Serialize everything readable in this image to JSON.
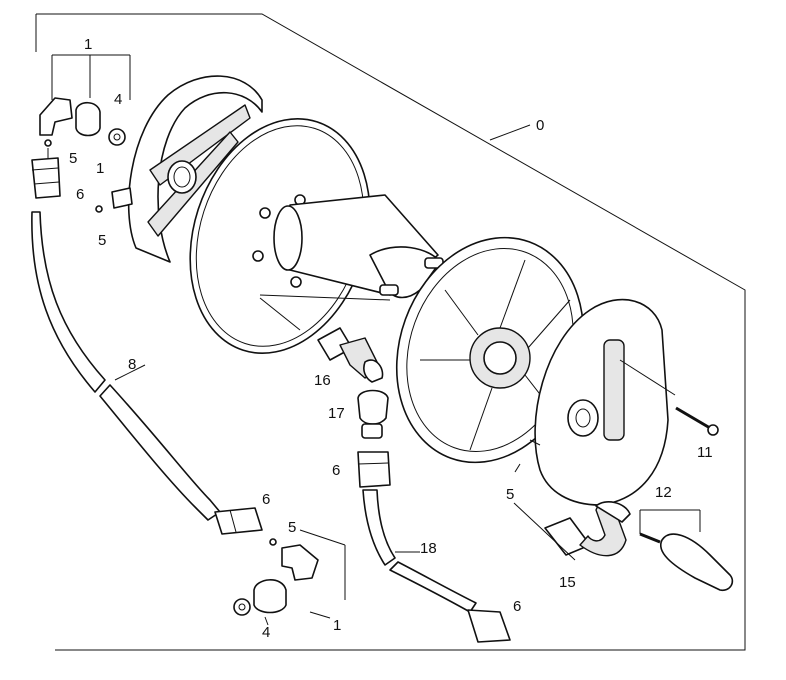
{
  "callouts": {
    "c0": "0",
    "c1_top": "1",
    "c4_top": "4",
    "c5_top": "5",
    "c1_mid": "1",
    "c6_top": "6",
    "c5_left": "5",
    "c8": "8",
    "c16": "16",
    "c17": "17",
    "c6_center": "6",
    "c6_low": "6",
    "c5_low": "5",
    "c18": "18",
    "c4_bottom": "4",
    "c1_bottom": "1",
    "c6_bottom": "6",
    "c5_right": "5",
    "c11": "11",
    "c12": "12",
    "c15": "15"
  }
}
